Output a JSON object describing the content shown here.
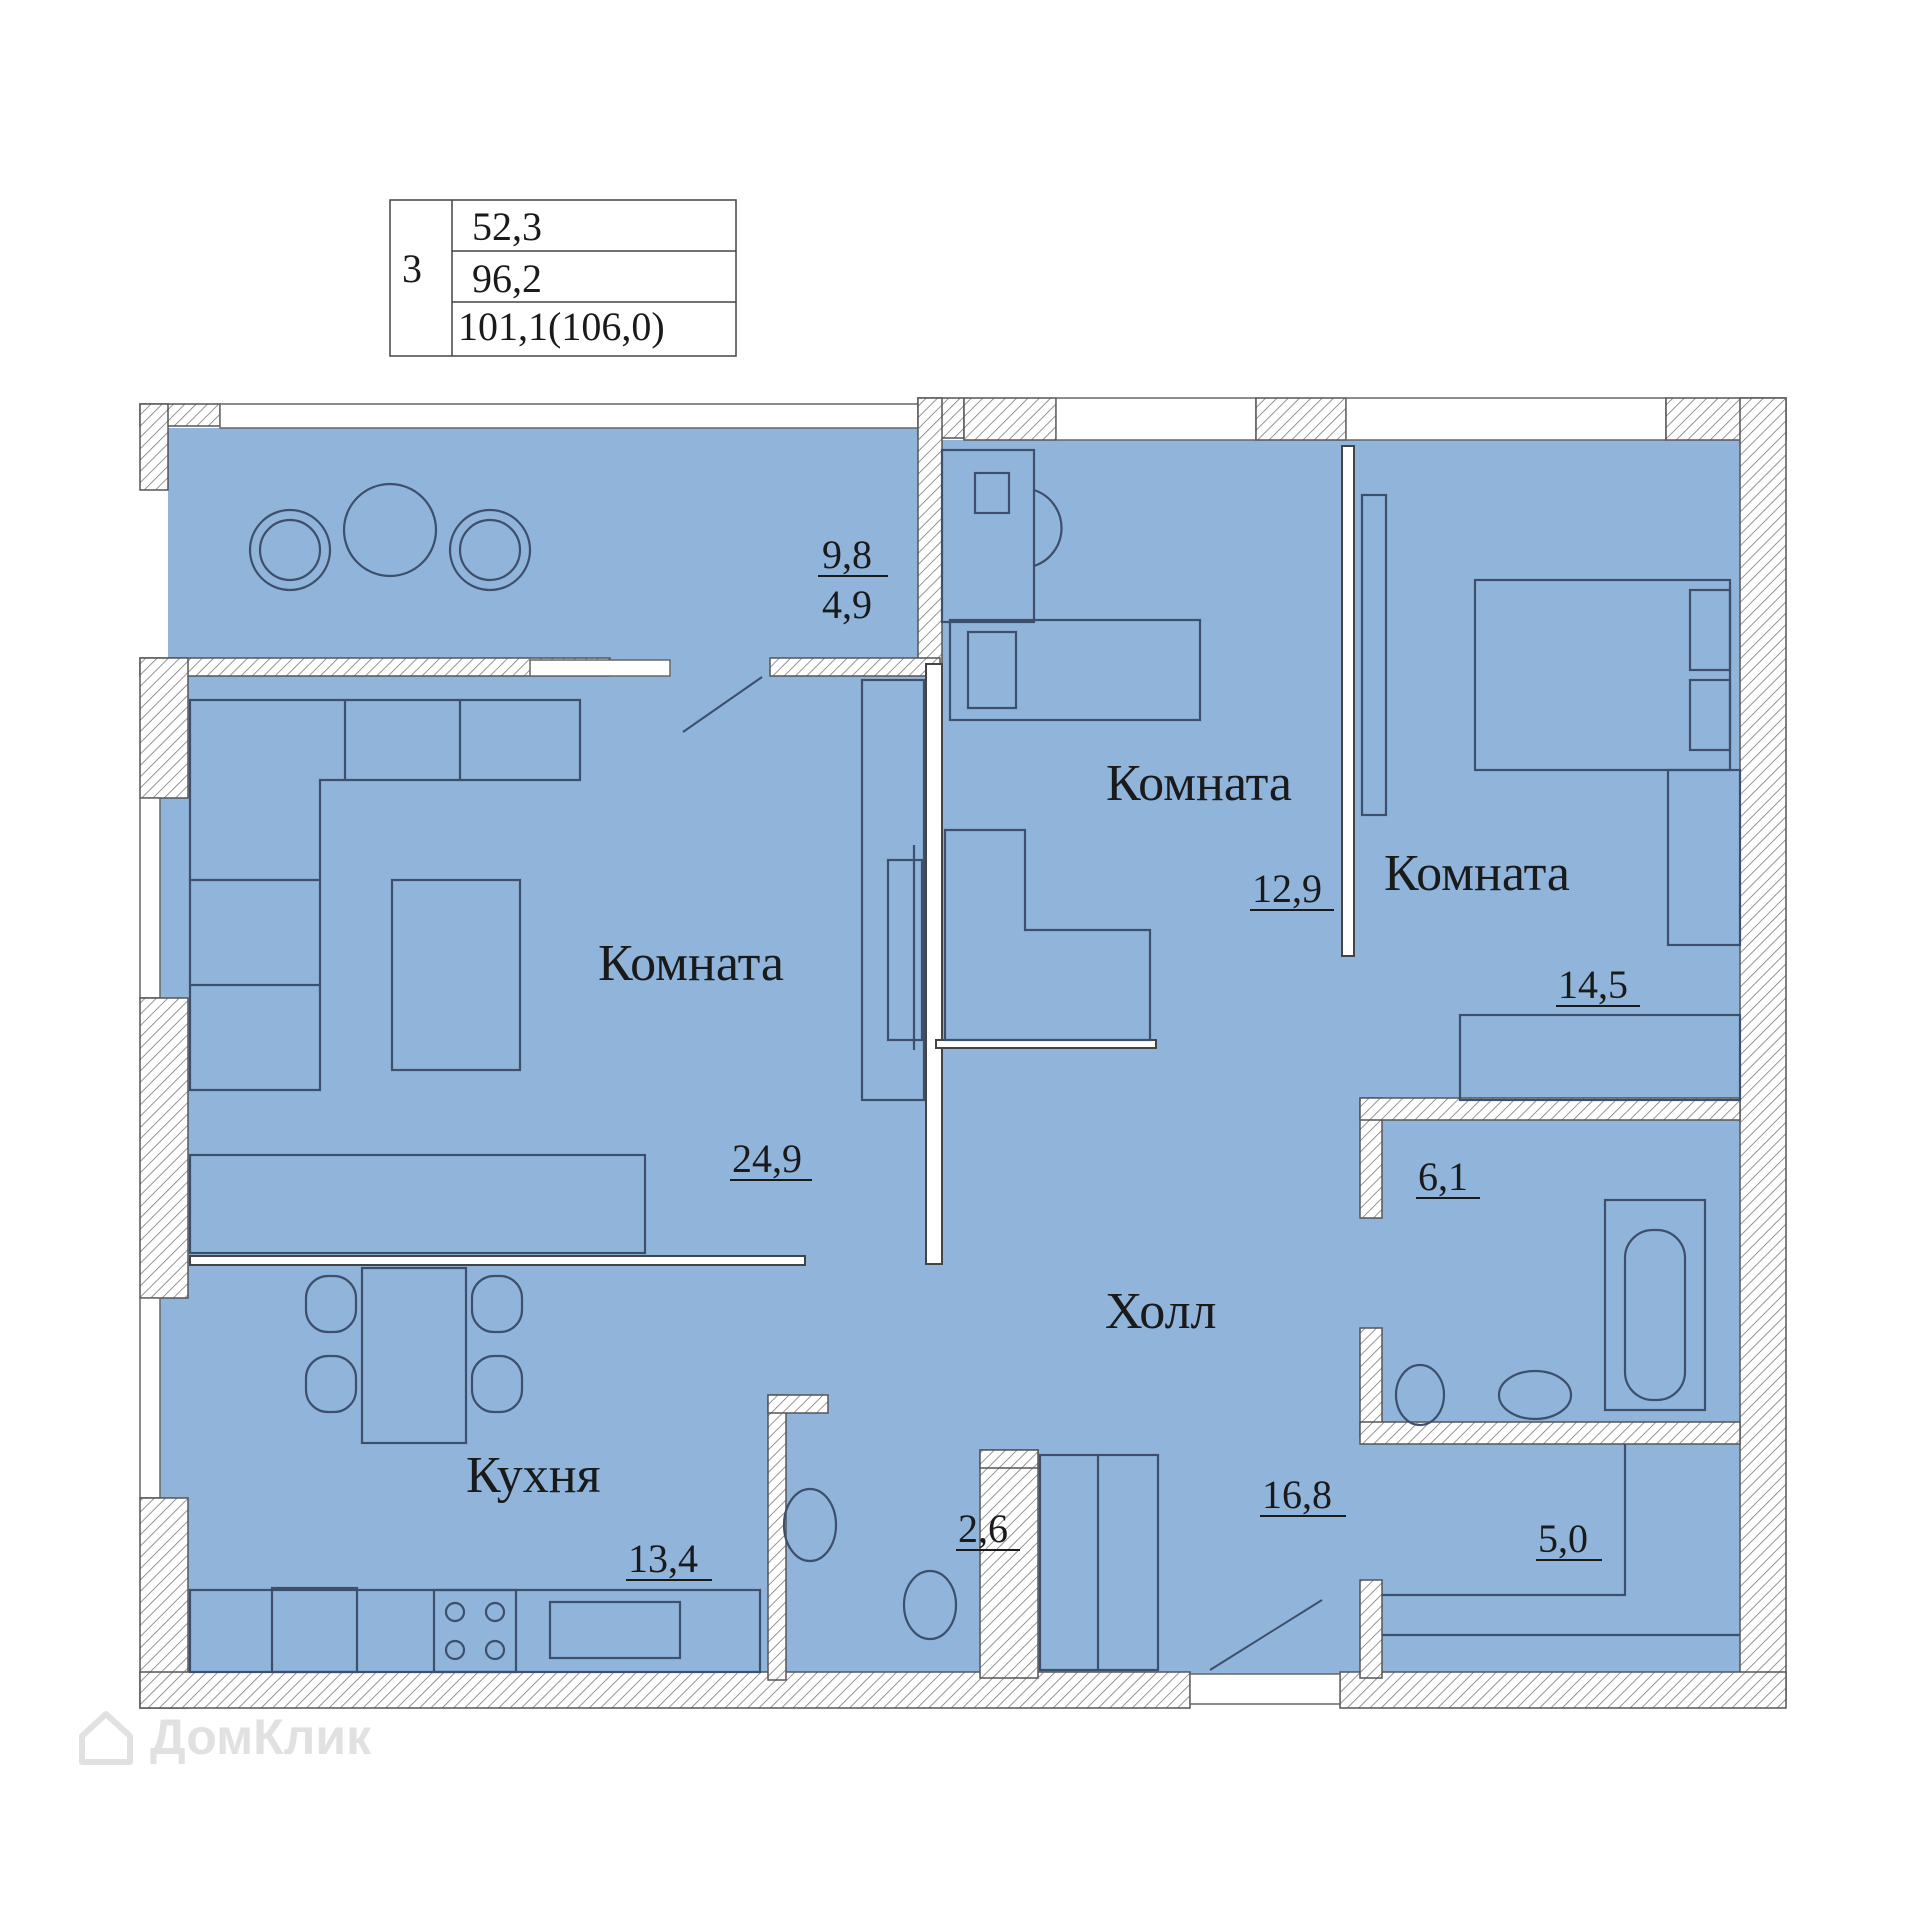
{
  "summary_table": {
    "rooms_count": "3",
    "living_area": "52,3",
    "total_area": "96,2",
    "total_area_with_balcony": "101,1(106,0)"
  },
  "rooms": {
    "balcony": {
      "area_top": "9,8",
      "area_bottom": "4,9"
    },
    "living_room": {
      "name": "Комната",
      "area": "24,9"
    },
    "bedroom_1": {
      "name": "Комната",
      "area": "12,9"
    },
    "bedroom_2": {
      "name": "Комната",
      "area": "14,5"
    },
    "bathroom": {
      "area": "6,1"
    },
    "hall": {
      "name": "Холл",
      "area": "16,8"
    },
    "kitchen": {
      "name": "Кухня",
      "area": "13,4"
    },
    "wc": {
      "area": "2,6"
    },
    "wardrobe": {
      "area": "5,0"
    }
  },
  "watermark": {
    "text": "ДомКлик",
    "icon": "house-logo-icon"
  },
  "colors": {
    "floor": "#90b4da",
    "wall_hatch": "#7a7a7a",
    "background": "#ffffff"
  }
}
